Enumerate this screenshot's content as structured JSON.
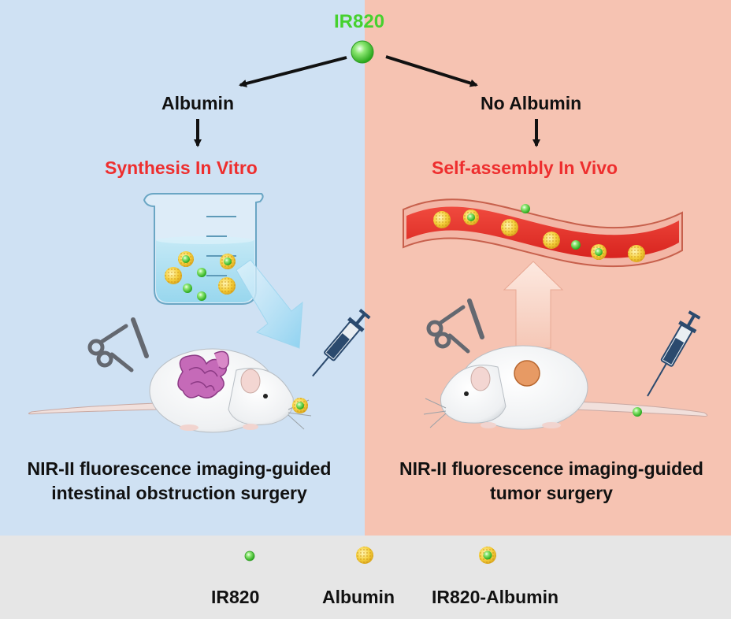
{
  "top_label": "IR820",
  "left_branch": {
    "heading": "Albumin",
    "route": "Synthesis In Vitro",
    "caption_line1": "NIR-II fluorescence imaging-guided",
    "caption_line2": "intestinal obstruction surgery"
  },
  "right_branch": {
    "heading": "No Albumin",
    "route": "Self-assembly In Vivo",
    "caption_line1": "NIR-II fluorescence imaging-guided",
    "caption_line2": "tumor surgery"
  },
  "legend": {
    "items": [
      {
        "label": "IR820",
        "icon": "ir820-sphere-icon"
      },
      {
        "label": "Albumin",
        "icon": "albumin-sphere-icon"
      },
      {
        "label": "IR820-Albumin",
        "icon": "complex-sphere-icon"
      }
    ]
  },
  "colors": {
    "left_panel": "#cfe1f3",
    "right_panel": "#f6c3b2",
    "legend_bar": "#e6e6e6",
    "ir820_green": "#46d12e",
    "route_red": "#ee2e2e",
    "albumin_yellow": "#f2cc3a",
    "vessel_red": "#e8322f"
  }
}
